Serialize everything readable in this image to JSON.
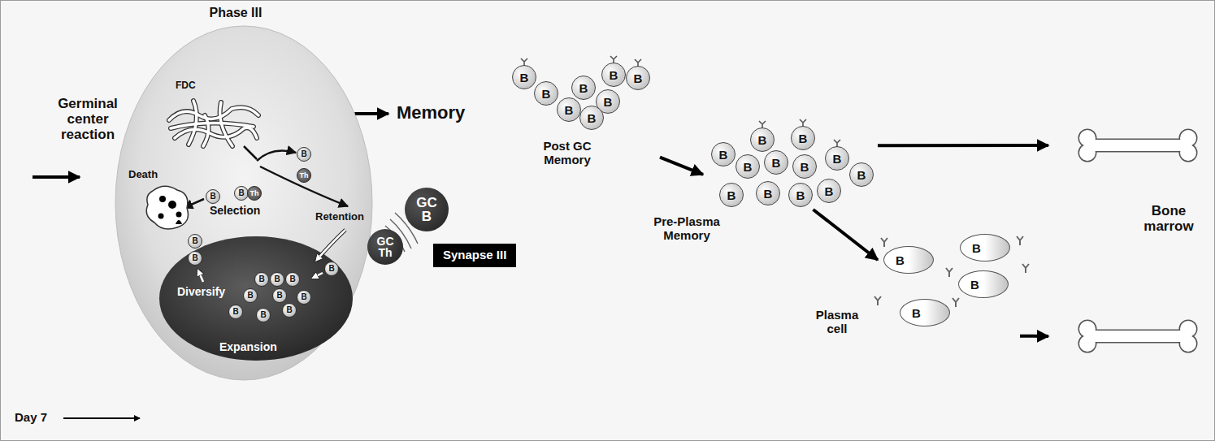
{
  "diagram": {
    "title": "Phase III",
    "nodes": [
      {
        "text": [
          "Germinal center reaction"
        ]
      },
      {
        "text": [
          "Diversify",
          "Expansion"
        ],
        "in": 0
      },
      {
        "text": [
          "GC Th"
        ]
      },
      {
        "text": [
          "GC B"
        ]
      },
      {
        "text": [
          "Synapse III"
        ]
      },
      {
        "text": [
          "Memory",
          "Post GC Memory"
        ]
      },
      {
        "text": [
          "Pre-Plasma Memory"
        ]
      },
      {
        "text": [
          "Plasma cell"
        ]
      },
      {
        "text": [
          "Bone marrow"
        ]
      }
    ],
    "edges": [
      {
        "from": 0,
        "to": 5,
        "arrow": "to"
      },
      {
        "from": 5,
        "to": 6,
        "arrow": "to"
      },
      {
        "from": 6,
        "to": 7,
        "arrow": "to"
      },
      {
        "from": 6,
        "to": 8,
        "arrow": "to"
      },
      {
        "from": 7,
        "to": 8,
        "arrow": "to"
      }
    ],
    "labels": [
      "FDC",
      "Death",
      "Selection",
      "Retention",
      "Day 7",
      "B",
      "Th",
      "B",
      "Th",
      "B",
      "B",
      "B",
      "B",
      "B",
      "B",
      "B",
      "B",
      "B",
      "B",
      "B",
      "B",
      "B",
      "B",
      "B",
      "B",
      "B",
      "B",
      "B",
      "B",
      "B",
      "B",
      "B",
      "B",
      "B",
      "B",
      "B",
      "B",
      "B",
      "B",
      "B",
      "B",
      "B",
      "B",
      "B",
      "B",
      "B"
    ]
  }
}
